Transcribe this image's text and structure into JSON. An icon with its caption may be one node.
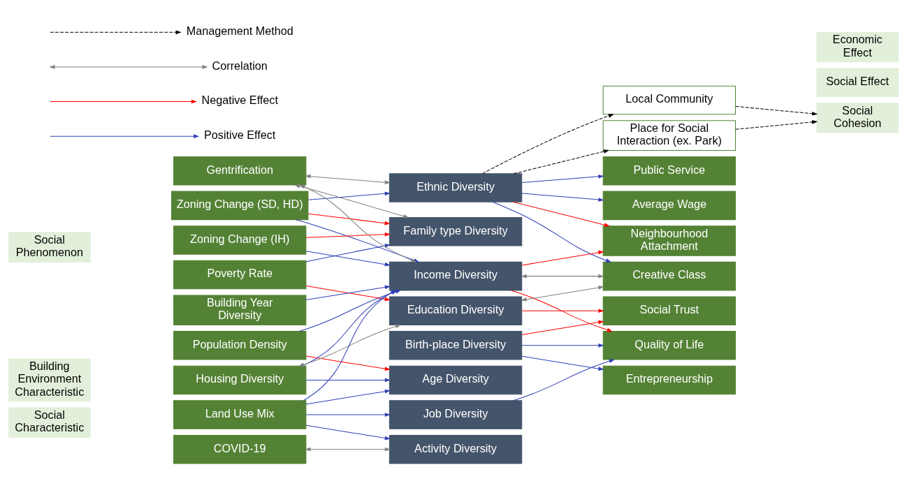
{
  "diagram": {
    "nodes": [
      {
        "text": [
          "Social Characteristic"
        ]
      },
      {
        "text": [
          "Building Environment Characteristic"
        ]
      },
      {
        "text": [
          "Social Phenomenon"
        ]
      },
      {
        "text": [
          "Population Density"
        ]
      },
      {
        "text": [
          "Poverty Rate"
        ]
      },
      {
        "text": [
          "Zoning Change (SD, HD)"
        ]
      },
      {
        "text": [
          "Zoning Change (IH)"
        ]
      },
      {
        "text": [
          "Housing Diversity"
        ]
      },
      {
        "text": [
          "Building Year Diversity"
        ]
      },
      {
        "text": [
          "Land Use Mix"
        ]
      },
      {
        "text": [
          "Gentrification"
        ]
      },
      {
        "text": [
          "COVID-19"
        ]
      },
      {
        "text": [
          "Ethnic Diversity"
        ]
      },
      {
        "text": [
          "Income Diversity"
        ]
      },
      {
        "text": [
          "Education Diversity"
        ]
      },
      {
        "text": [
          "Family type Diversity"
        ]
      },
      {
        "text": [
          "Age Diversity"
        ]
      },
      {
        "text": [
          "Job Diversity"
        ]
      },
      {
        "text": [
          "Birth-place Diversity"
        ]
      },
      {
        "text": [
          "Activity Diversity"
        ]
      },
      {
        "text": [
          "Creative Class"
        ]
      },
      {
        "text": [
          "Average Wage"
        ]
      },
      {
        "text": [
          "Entrepreneurship"
        ]
      },
      {
        "text": [
          "Quality of Life"
        ]
      },
      {
        "text": [
          "Public Service"
        ]
      },
      {
        "text": [
          "Neighbourhood Attachment"
        ]
      },
      {
        "text": [
          "Social Trust"
        ]
      },
      {
        "text": [
          "Place for Social Interaction (ex. Park)"
        ]
      },
      {
        "text": [
          "Local Community"
        ]
      },
      {
        "text": [
          "Economic Effect"
        ]
      },
      {
        "text": [
          "Social Effect"
        ]
      },
      {
        "text": [
          "Social Cohesion"
        ]
      }
    ],
    "edges": [
      {
        "from": 3,
        "to": 13,
        "arrow": "to"
      },
      {
        "from": 3,
        "to": 16,
        "arrow": "to",
        "color": "#ff0000"
      },
      {
        "from": 4,
        "to": 14,
        "arrow": "to",
        "color": "#ff0000"
      },
      {
        "from": 4,
        "to": 15,
        "arrow": "to"
      },
      {
        "from": 5,
        "to": 12,
        "arrow": "to"
      },
      {
        "from": 5,
        "to": 13,
        "arrow": "to"
      },
      {
        "from": 5,
        "to": 15,
        "arrow": "to",
        "color": "#ff0000"
      },
      {
        "from": 6,
        "to": 13,
        "arrow": "to"
      },
      {
        "from": 6,
        "to": 15,
        "arrow": "to",
        "color": "#ff0000"
      },
      {
        "from": 7,
        "to": 14,
        "arrow": "both",
        "color": "#808080"
      },
      {
        "from": 7,
        "to": 13,
        "arrow": "to"
      },
      {
        "from": 7,
        "to": 16,
        "arrow": "to"
      },
      {
        "from": 8,
        "to": 13,
        "arrow": "to"
      },
      {
        "from": 9,
        "to": 13,
        "arrow": "to"
      },
      {
        "from": 9,
        "to": 16,
        "arrow": "to"
      },
      {
        "from": 9,
        "to": 17,
        "arrow": "to"
      },
      {
        "from": 9,
        "to": 19,
        "arrow": "to"
      },
      {
        "from": 10,
        "to": 12,
        "arrow": "both",
        "color": "#808080"
      },
      {
        "from": 10,
        "to": 13,
        "arrow": "both",
        "color": "#808080"
      },
      {
        "from": 10,
        "to": 15,
        "arrow": "both",
        "color": "#808080"
      },
      {
        "from": 11,
        "to": 19,
        "arrow": "both",
        "color": "#808080"
      },
      {
        "from": 12,
        "to": 20,
        "arrow": "to"
      },
      {
        "from": 12,
        "to": 21,
        "arrow": "to"
      },
      {
        "from": 12,
        "to": 24,
        "arrow": "to"
      },
      {
        "from": 12,
        "to": 25,
        "arrow": "to",
        "color": "#ff0000"
      },
      {
        "from": 12,
        "to": 27,
        "arrow": "to",
        "style": "dashed",
        "color": "#000000"
      },
      {
        "from": 12,
        "to": 28,
        "arrow": "to",
        "style": "dashed",
        "color": "#000000"
      },
      {
        "from": 13,
        "to": 20,
        "arrow": "both",
        "color": "#808080"
      },
      {
        "from": 13,
        "to": 23,
        "arrow": "to",
        "color": "#ff0000"
      },
      {
        "from": 13,
        "to": 25,
        "arrow": "to",
        "color": "#ff0000"
      },
      {
        "from": 14,
        "to": 20,
        "arrow": "both",
        "color": "#808080"
      },
      {
        "from": 14,
        "to": 26,
        "arrow": "to",
        "color": "#ff0000"
      },
      {
        "from": 17,
        "to": 23,
        "arrow": "to"
      },
      {
        "from": 18,
        "to": 22,
        "arrow": "to"
      },
      {
        "from": 18,
        "to": 23,
        "arrow": "to"
      },
      {
        "from": 18,
        "to": 26,
        "arrow": "to",
        "color": "#ff0000"
      },
      {
        "from": 27,
        "to": 31,
        "arrow": "to",
        "style": "dashed",
        "color": "#000000"
      },
      {
        "from": 28,
        "to": 31,
        "arrow": "to",
        "style": "dashed",
        "color": "#000000"
      }
    ],
    "legend": [
      {
        "text": "Positive Effect"
      },
      {
        "text": "Negative Effect"
      },
      {
        "text": "Correlation"
      },
      {
        "text": "Management Method"
      }
    ]
  }
}
